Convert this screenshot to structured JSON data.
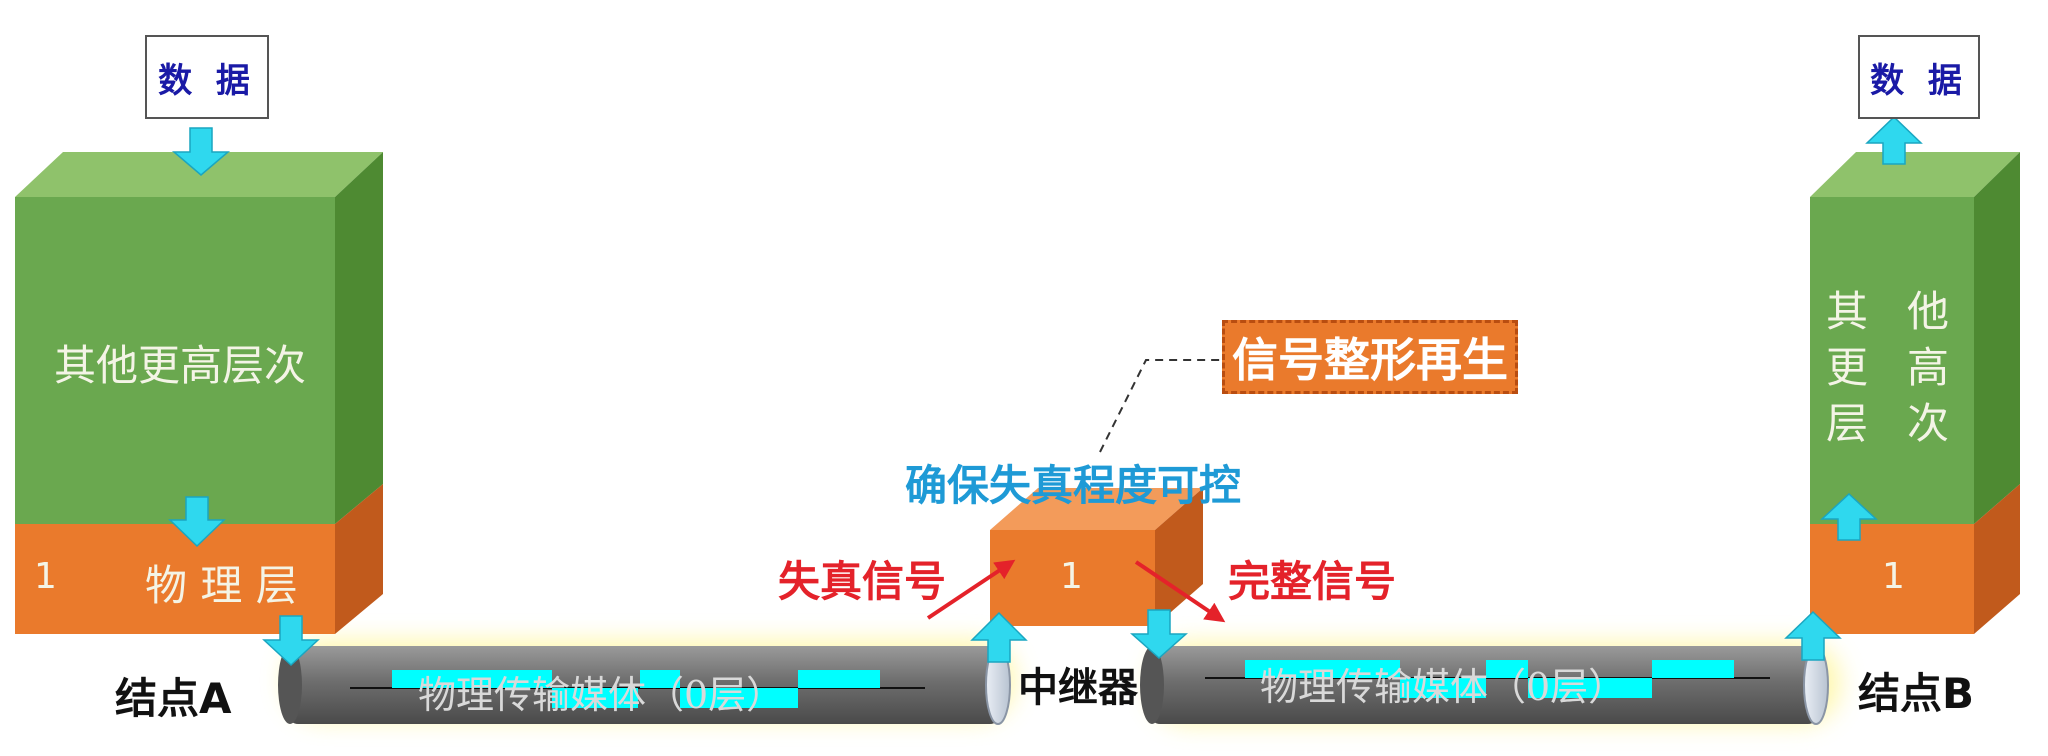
{
  "node_a": {
    "data_label": "数 据",
    "upper_layers": "其他更高层次",
    "physical_num": "1",
    "physical_label": "物 理 层",
    "name": "结点A"
  },
  "node_b": {
    "data_label": "数 据",
    "upper_col1": [
      "其",
      "更",
      "层"
    ],
    "upper_col2": [
      "他",
      "高",
      "次"
    ],
    "physical_num": "1",
    "name": "结点B"
  },
  "repeater": {
    "num": "1",
    "name": "中继器",
    "caption": "确保失真程度可控",
    "function": "信号整形再生"
  },
  "signals": {
    "distorted": "失真信号",
    "complete": "完整信号"
  },
  "cables": {
    "left_label": "物理传输媒体（0层）",
    "right_label": "物理传输媒体（0层）"
  },
  "colors": {
    "green_front": "#6aa84f",
    "orange_front": "#ea7a2c",
    "cyan_arrow": "#2fd8ee",
    "signal_cyan": "#00ffff",
    "cable_gray": "#777777",
    "glow": "#fffa9c",
    "red": "#e4222a",
    "blue": "#1e9ad6"
  }
}
